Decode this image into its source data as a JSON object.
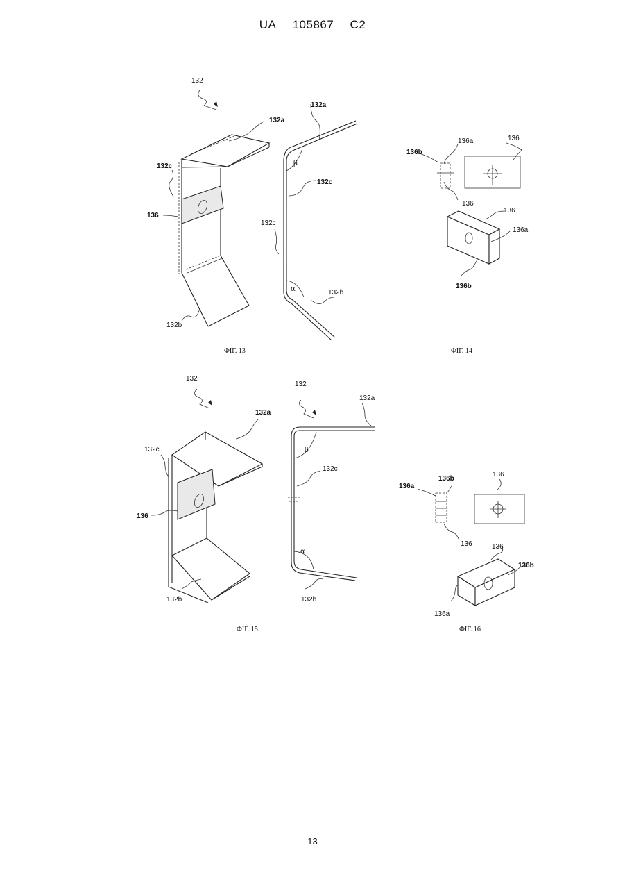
{
  "header": {
    "country": "UA",
    "number": "105867",
    "kind": "C2"
  },
  "page_number": "13",
  "figures": {
    "fig13": {
      "caption": "ФІГ. 13",
      "labels": {
        "p132": "132",
        "p132a_left": "132a",
        "p132c_left": "132c",
        "p136": "136",
        "p132b_left": "132b",
        "p132a_right": "132a",
        "beta": "β",
        "p132c_right_bold": "132c",
        "p132c_right": "132c",
        "alpha": "α",
        "p132b_right": "132b"
      }
    },
    "fig14": {
      "caption": "ФІГ. 14",
      "labels": {
        "p136b_top": "136b",
        "p136a_top": "136a",
        "p136_topright": "136",
        "p136_mid": "136",
        "p136_iso": "136",
        "p136a_iso": "136a",
        "p136b_iso": "136b"
      }
    },
    "fig15": {
      "caption": "ФІГ. 15",
      "labels": {
        "p132_left": "132",
        "p132a_left": "132a",
        "p132c_left": "132c",
        "p136": "136",
        "p132b_left": "132b",
        "p132_right": "132",
        "p132a_right": "132a",
        "beta": "β",
        "p132c_right": "132c",
        "alpha": "α",
        "p132b_right": "132b"
      }
    },
    "fig16": {
      "caption": "ФІГ. 16",
      "labels": {
        "p136a_top": "136a",
        "p136b_top": "136b",
        "p136_top": "136",
        "p136_mid": "136",
        "p136_iso": "136",
        "p136b_iso": "136b",
        "p136a_iso": "136a"
      }
    }
  }
}
